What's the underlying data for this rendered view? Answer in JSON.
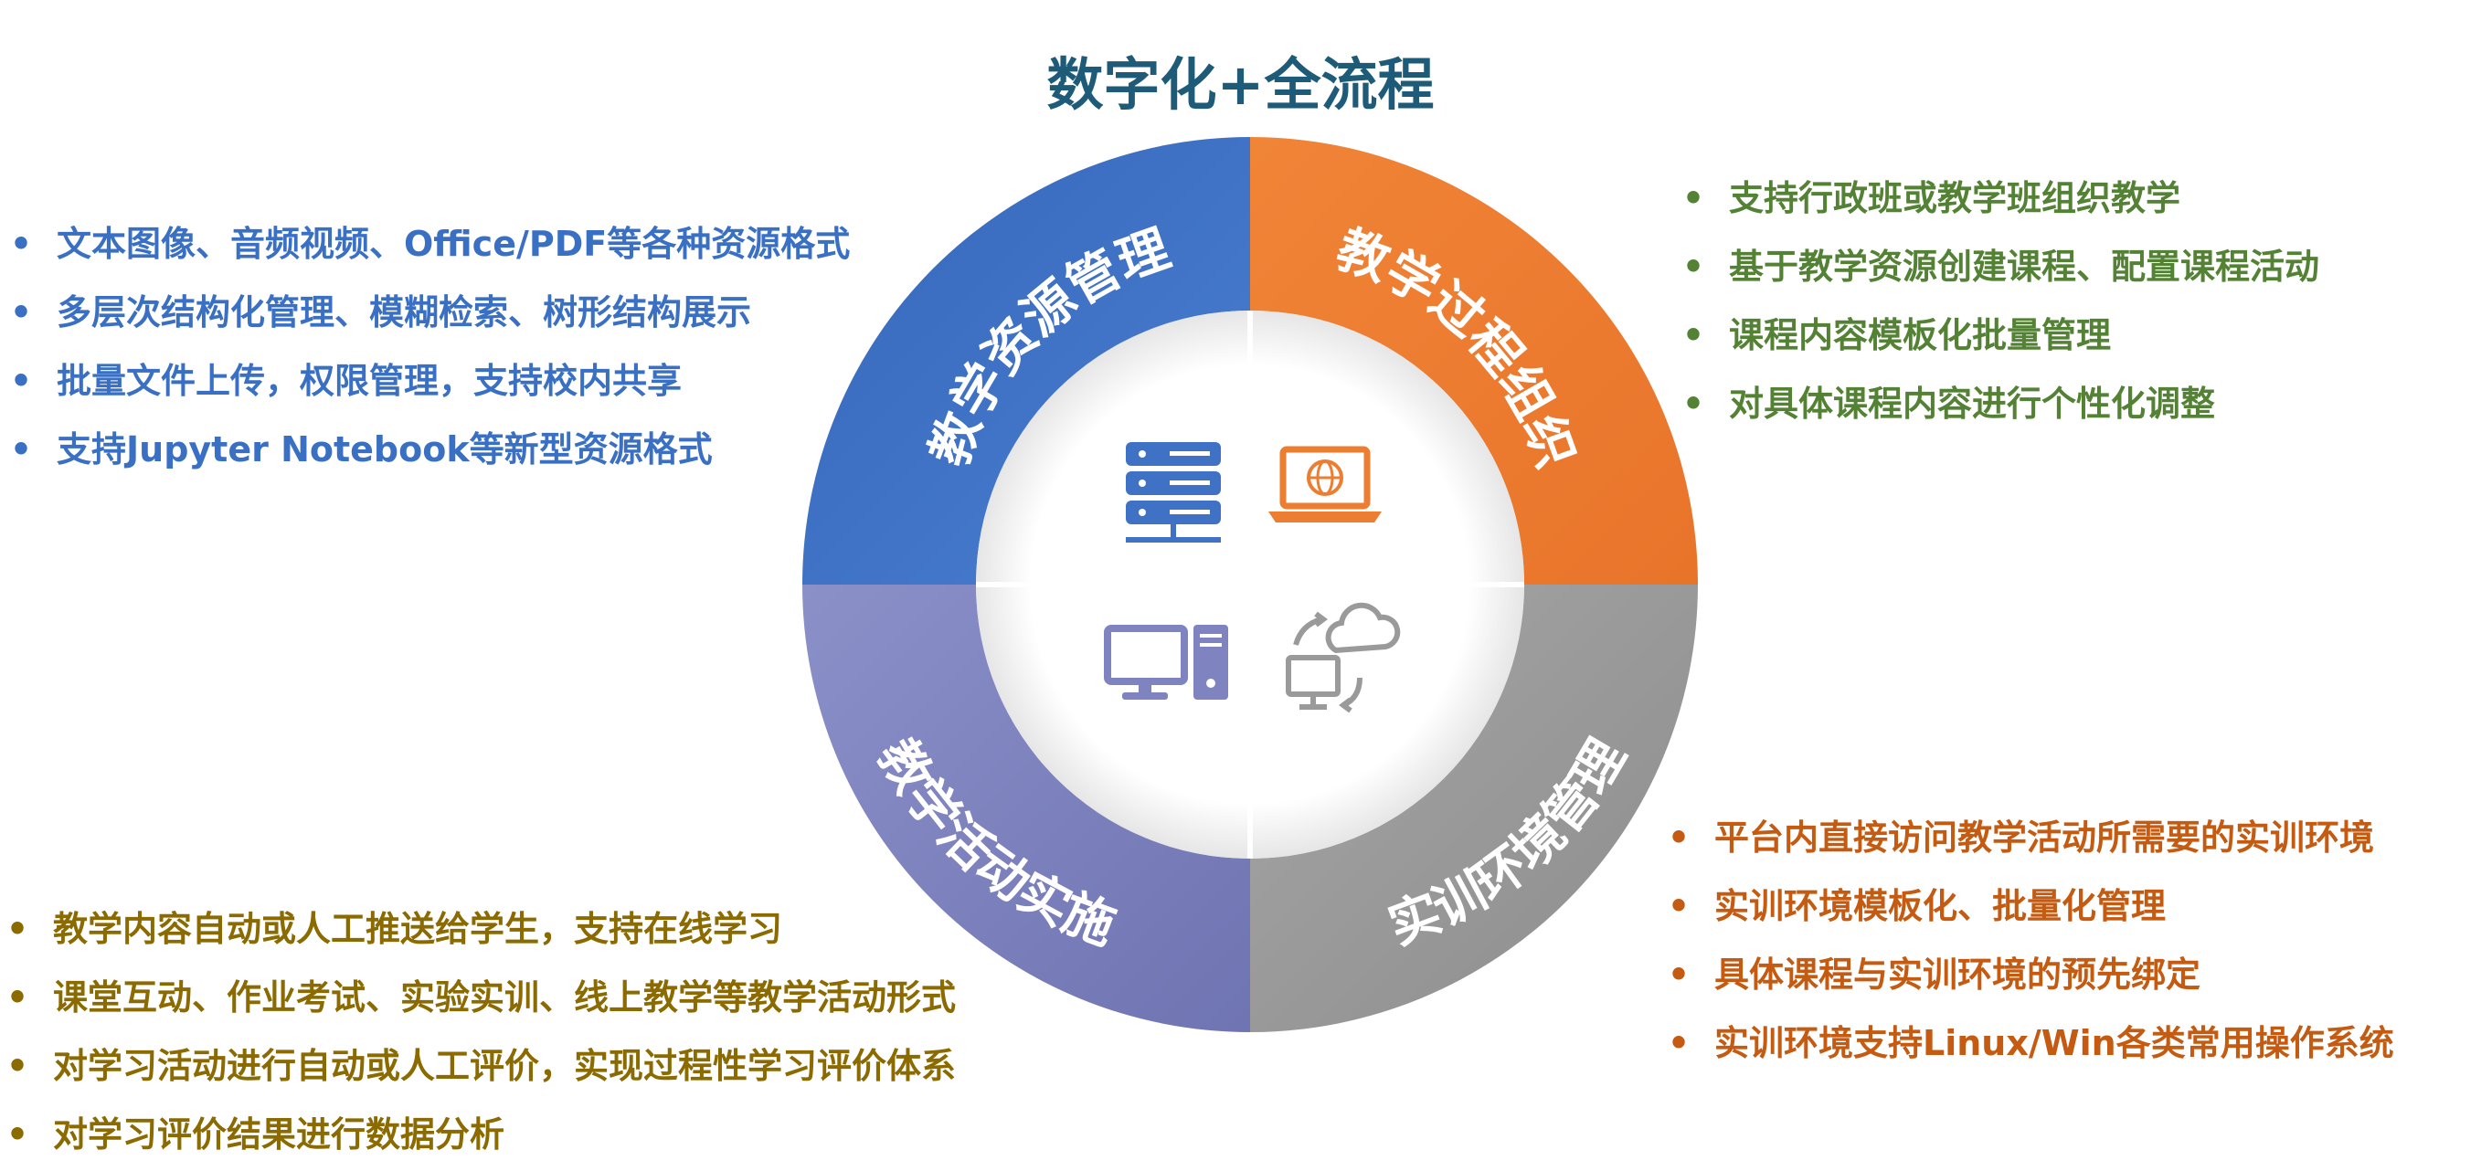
{
  "title": "数字化+全流程",
  "colors": {
    "title": "#1d5b78",
    "resource": "#3f72c5",
    "process": "#ed7d31",
    "environment": "#9a9a9a",
    "activity": "#7f84c0",
    "text_resource": "#3a70c3",
    "text_process": "#548235",
    "text_activity": "#8b6a00",
    "text_environment": "#c55a11"
  },
  "segments": {
    "resource": "教学资源管理",
    "process": "教学过程组织",
    "environment": "实训环境管理",
    "activity": "教学活动实施"
  },
  "icons": {
    "resource": "server-icon",
    "process": "laptop-globe-icon",
    "activity": "desktop-computer-icon",
    "environment": "cloud-sync-monitor-icon"
  },
  "bullet_char": "•",
  "lists": {
    "resource": [
      "文本图像、音频视频、Office/PDF等各种资源格式",
      "多层次结构化管理、模糊检索、树形结构展示",
      "批量文件上传，权限管理，支持校内共享",
      "支持Jupyter Notebook等新型资源格式"
    ],
    "process": [
      "支持行政班或教学班组织教学",
      "基于教学资源创建课程、配置课程活动",
      "课程内容模板化批量管理",
      "对具体课程内容进行个性化调整"
    ],
    "activity": [
      "教学内容自动或人工推送给学生，支持在线学习",
      "课堂互动、作业考试、实验实训、线上教学等教学活动形式",
      "对学习活动进行自动或人工评价，实现过程性学习评价体系",
      "对学习评价结果进行数据分析"
    ],
    "environment": [
      "平台内直接访问教学活动所需要的实训环境",
      "实训环境模板化、批量化管理",
      "具体课程与实训环境的预先绑定",
      "实训环境支持Linux/Win各类常用操作系统"
    ]
  }
}
